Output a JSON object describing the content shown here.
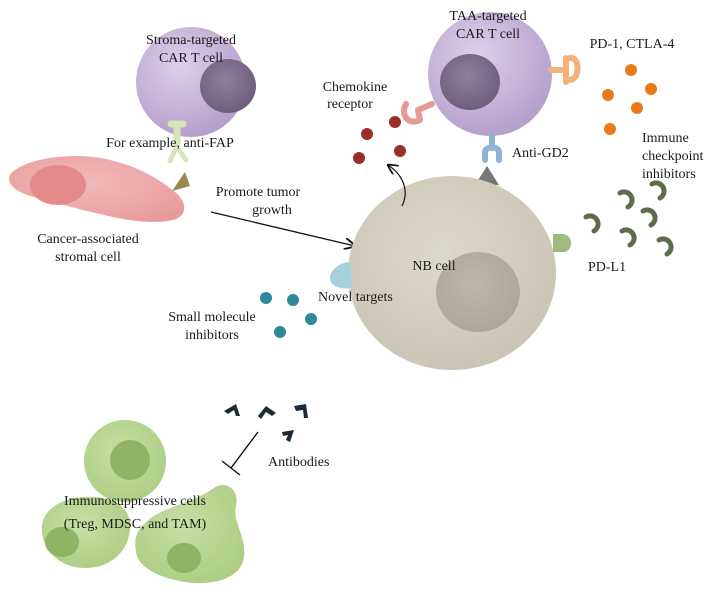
{
  "labels": {
    "stroma_car_line1": "Stroma-targeted",
    "stroma_car_line2": "CAR T cell",
    "taa_car_line1": "TAA-targeted",
    "taa_car_line2": "CAR T cell",
    "anti_fap": "For example, anti-FAP",
    "chemokine_line1": "Chemokine",
    "chemokine_line2": "receptor",
    "pd1_ctla4": "PD-1, CTLA-4",
    "immune_line1": "Immune",
    "immune_line2": "checkpoint",
    "immune_line3": "inhibitors",
    "anti_gd2": "Anti-GD2",
    "promote_line1": "Promote tumor",
    "promote_line2": "growth",
    "caf_line1": "Cancer-associated",
    "caf_line2": "stromal cell",
    "nb_cell": "NB cell",
    "pd_l1": "PD-L1",
    "novel_targets": "Novel targets",
    "small_mol_line1": "Small molecule",
    "small_mol_line2": "inhibitors",
    "antibodies": "Antibodies",
    "immuno_line1": "Immunosuppressive cells",
    "immuno_line2": "(Treg, MDSC, and TAM)"
  },
  "colors": {
    "car_t_cell": "#c2aed6",
    "car_t_nucleus": "#7d6d8d",
    "nb_cell": "#d2cdbd",
    "nb_nucleus": "#b3ae9f",
    "stromal_cell": "#eea6a6",
    "stromal_nucleus": "#e58a8a",
    "immunosuppressive_cell": "#b7d58e",
    "immunosuppressive_nucleus": "#8fb463",
    "chemokine_dot": "#9b2d2d",
    "checkpoint_dot": "#ea7a18",
    "small_molecule_dot": "#2e8a9a",
    "pd_l1_receptor": "#9fba7e",
    "anti_gd2_receptor": "#8fb3d6",
    "chemokine_receptor": "#e39a93",
    "pd1_receptor": "#f2b27a",
    "anti_fap_receptor": "#d6e6b9",
    "novel_target": "#a6d0dc",
    "checkpoint_inhibitor_arc": "#5e6b4d",
    "antibody_chevron": "#1e2a38"
  }
}
